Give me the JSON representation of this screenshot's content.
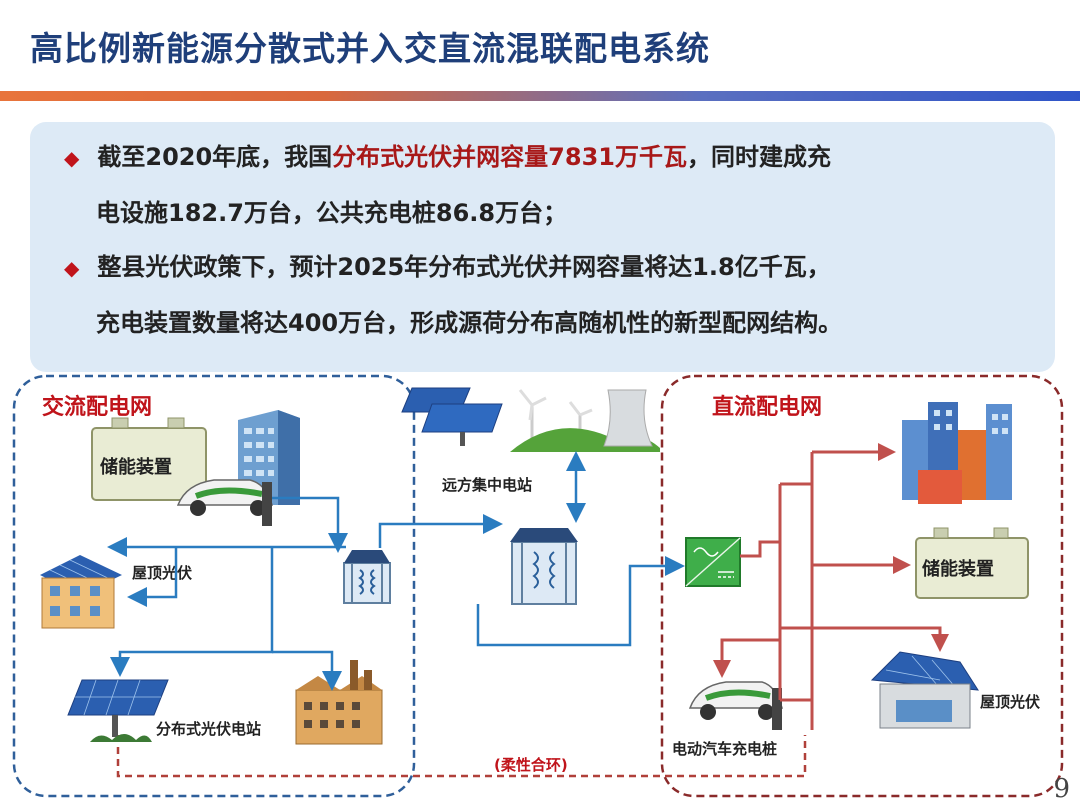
{
  "header": {
    "title": "高比例新能源分散式并入交直流混联配电系统"
  },
  "bullets": [
    {
      "pre": "截至2020年底，我国",
      "highlight": "分布式光伏并网容量7831万千瓦",
      "post": "，同时建成充",
      "line2": "电设施182.7万台，公共充电桩86.8万台；"
    },
    {
      "pre": "整县光伏政策下，预计2025年分布式光伏并网容量将达1.8亿千瓦，",
      "highlight": "",
      "post": "",
      "line2": "充电装置数量将达400万台，形成源荷分布高随机性的新型配网结构。"
    }
  ],
  "diagram": {
    "ac_grid_label": "交流配电网",
    "dc_grid_label": "直流配电网",
    "ac_storage": "储能装置",
    "ac_rooftop_pv": "屋顶光伏",
    "ac_distributed_pv": "分布式光伏电站",
    "remote_station": "远方集中电站",
    "dc_storage": "储能装置",
    "dc_rooftop_pv": "屋顶光伏",
    "ev_charger": "电动汽车充电桩",
    "flexible_loop": "(柔性合环)"
  },
  "colors": {
    "ac_blue": "#2a7cc0",
    "dc_red": "#c0504d",
    "dashed_red": "#a0302a",
    "dashed_blue": "#2f5f9a",
    "highlight": "#a81818"
  },
  "page": {
    "number": "9"
  }
}
